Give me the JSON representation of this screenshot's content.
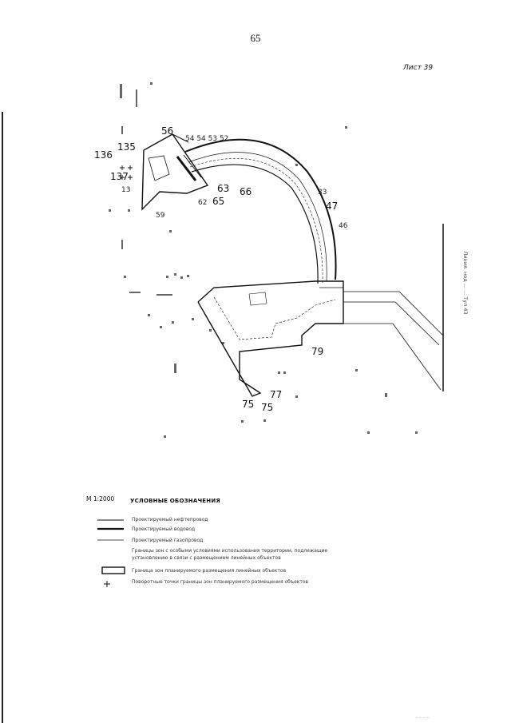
{
  "page_number": "65",
  "sheet_label": "Лист 39",
  "side_label": "Линия. нод ... ... Тул 43",
  "scale_label": "М 1:2000",
  "legend": {
    "heading": "УСЛОВНЫЕ ОБОЗНАЧЕНИЯ",
    "items": [
      {
        "symbol": "line-thin-double",
        "text": "Проектируемый нефтепровод"
      },
      {
        "symbol": "line-thick",
        "text": "Проектируемый водовод"
      },
      {
        "symbol": "line-thin",
        "text": "Проектируемый газопровод"
      },
      {
        "symbol": "none",
        "text": "Границы зон с особыми условиями использования территории, подлежащие установлению в связи с размещением линейных объектов"
      },
      {
        "symbol": "rect-box",
        "text": "Граница зон планируемого размещения линейных объектов"
      },
      {
        "symbol": "plus-mark",
        "text": "Поворотные точки границы зон планируемого размещения объектов"
      }
    ]
  },
  "point_labels": {
    "p56": "56",
    "p57": "54 54 53 52",
    "p135": "135",
    "p136": "136",
    "p137": "137",
    "p13x": "13",
    "p59": "59",
    "p63": "63",
    "p66": "66",
    "p62": "62",
    "p65": "65",
    "p33": "33",
    "p47": "47",
    "p46": "46",
    "p79": "79",
    "p77": "77",
    "p75a": "75",
    "p75b": "75"
  },
  "footer_note": "~ ~ ~ ~"
}
